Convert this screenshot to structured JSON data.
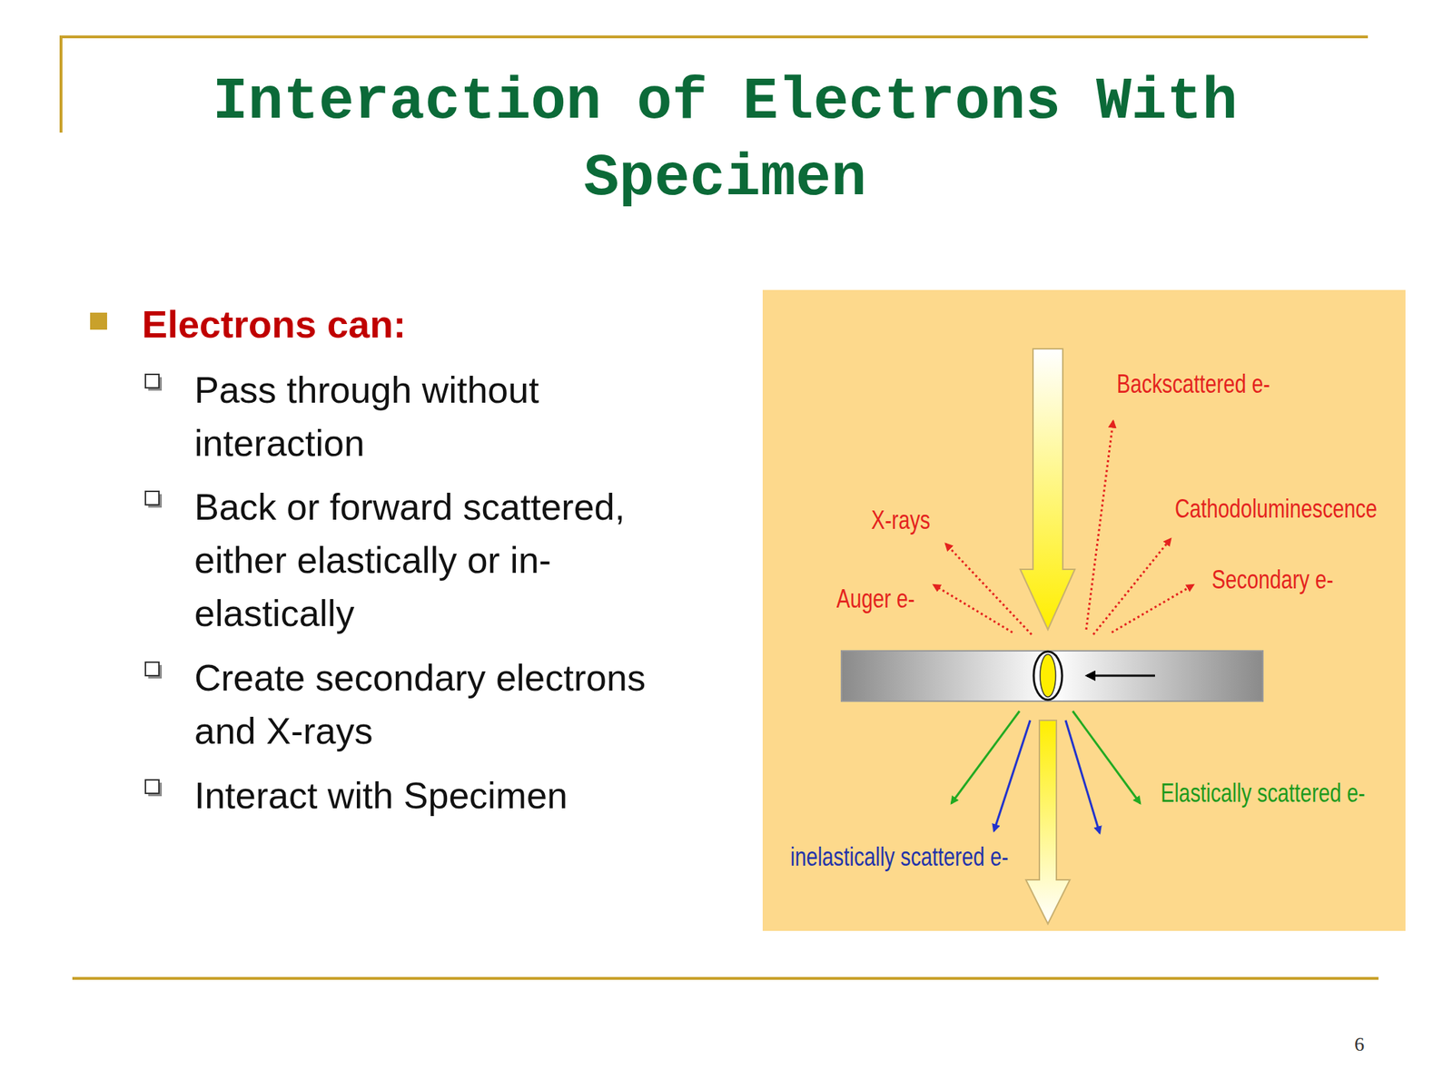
{
  "diagram": {
    "title": "Interaction of Electrons With Specimen",
    "labels": [
      "Electrons can:",
      "Pass through without interaction",
      "Back or forward scattered, either elastically or in-elastically",
      "Create secondary electrons and X-rays",
      "Interact with Specimen",
      "Backscattered e-",
      "X-rays",
      "Cathodoluminescence",
      "Auger e-",
      "Secondary e-",
      "Elastically scattered e-",
      "inelastically scattered e-",
      "6"
    ]
  }
}
